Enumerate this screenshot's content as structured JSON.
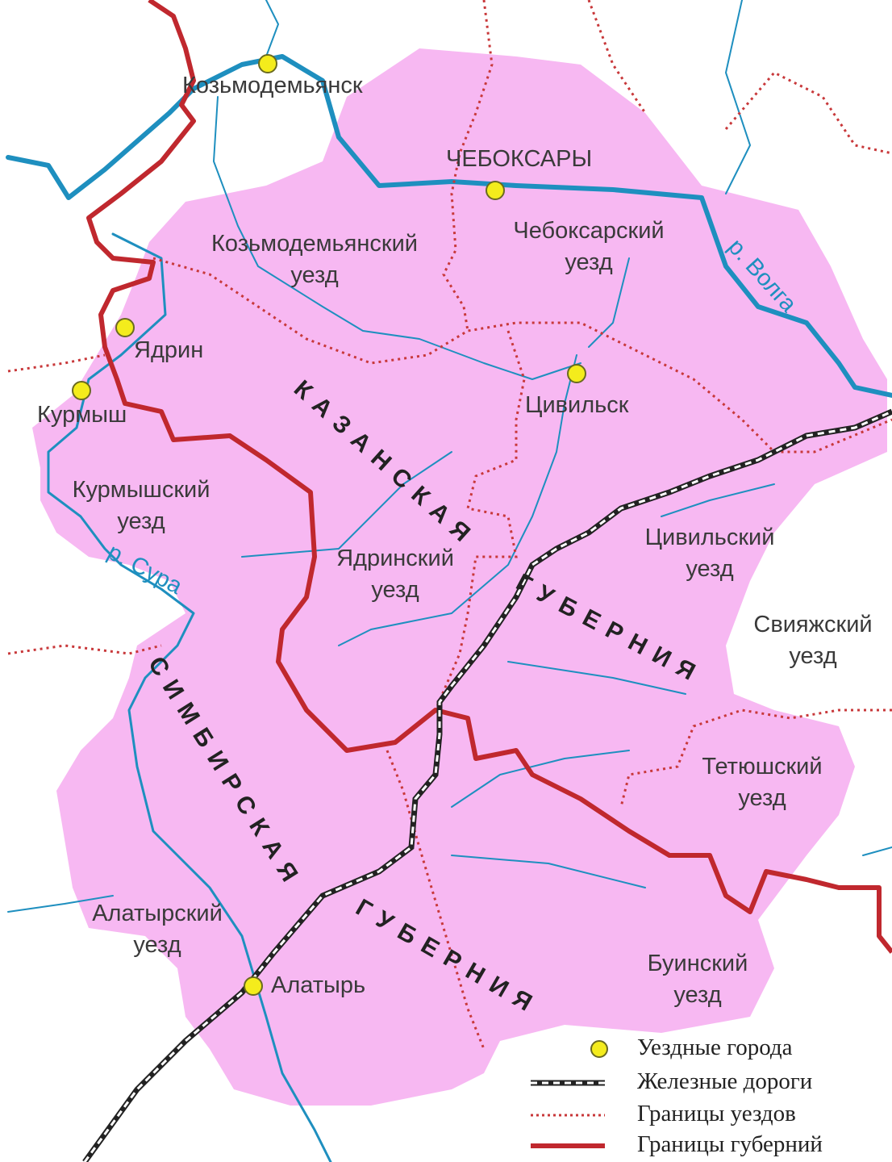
{
  "cities": [
    {
      "key": "kozmodemyansk",
      "label": "Козьмодемьянск"
    },
    {
      "key": "cheboksary",
      "label": "ЧЕБОКСАРЫ"
    },
    {
      "key": "yadrin",
      "label": "Ядрин"
    },
    {
      "key": "kurmysh",
      "label": "Курмыш"
    },
    {
      "key": "tsivilsk",
      "label": "Цивильск"
    },
    {
      "key": "alatyr",
      "label": "Алатырь"
    }
  ],
  "uezds": [
    {
      "key": "kozmodemyansky",
      "line1": "Козьмодемьянский",
      "line2": "уезд"
    },
    {
      "key": "cheboksarsky",
      "line1": "Чебоксарский",
      "line2": "уезд"
    },
    {
      "key": "kurmyshsky",
      "line1": "Курмышский",
      "line2": "уезд"
    },
    {
      "key": "yadrinsky",
      "line1": "Ядринский",
      "line2": "уезд"
    },
    {
      "key": "tsivilsky",
      "line1": "Цивильский",
      "line2": "уезд"
    },
    {
      "key": "sviyazhsky",
      "line1": "Свияжский",
      "line2": "уезд"
    },
    {
      "key": "tetyushsky",
      "line1": "Тетюшский",
      "line2": "уезд"
    },
    {
      "key": "alatyrsky",
      "line1": "Алатырский",
      "line2": "уезд"
    },
    {
      "key": "buinsky",
      "line1": "Буинский",
      "line2": "уезд"
    }
  ],
  "gubernias": {
    "kazanskaya_1": "КАЗАНСКАЯ",
    "kazanskaya_2": "ГУБЕРНИЯ",
    "simbirskaya_1": "СИМБИРСКАЯ",
    "simbirskaya_2": "ГУБЕРНИЯ"
  },
  "rivers": {
    "volga": "р. Волга",
    "sura": "р. Сура"
  },
  "legend": {
    "towns": "Уездные города",
    "railways": "Железные дороги",
    "uezd_borders": "Границы уездов",
    "gubernia_borders": "Границы губерний"
  },
  "colors": {
    "territory": "#f7b8f2",
    "river": "#1e8fbf",
    "gubernia_border": "#c0282e",
    "uezd_border": "#c8383a",
    "town": "#f4ec1c"
  }
}
